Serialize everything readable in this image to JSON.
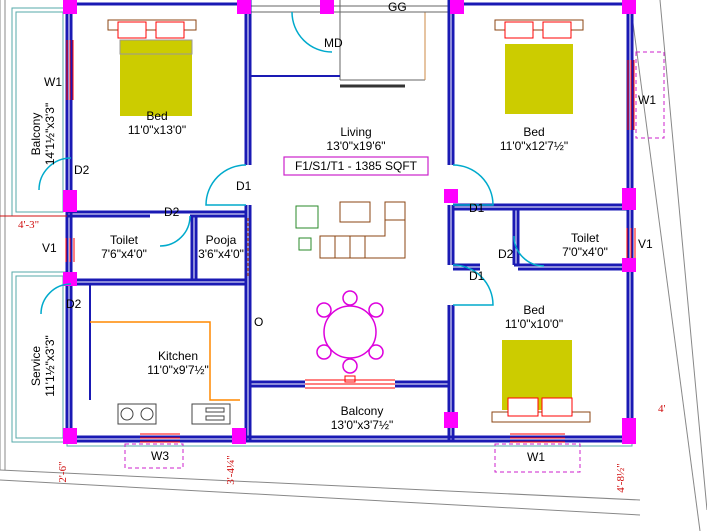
{
  "rooms": {
    "bed_nw": {
      "name": "Bed",
      "size": "11'0\"x13'0\""
    },
    "bed_ne": {
      "name": "Bed",
      "size": "11'0\"x12'7½\""
    },
    "bed_se": {
      "name": "Bed",
      "size": "11'0\"x10'0\""
    },
    "living": {
      "name": "Living",
      "size": "13'0\"x19'6\""
    },
    "toilet_w": {
      "name": "Toilet",
      "size": "7'6\"x4'0\""
    },
    "toilet_e": {
      "name": "Toilet",
      "size": "7'0\"x4'0\""
    },
    "pooja": {
      "name": "Pooja",
      "size": "3'6\"x4'0\""
    },
    "kitchen": {
      "name": "Kitchen",
      "size": "11'0\"x9'7½\""
    },
    "balcony_s": {
      "name": "Balcony",
      "size": "13'0\"x3'7½\""
    },
    "balcony_w": {
      "name": "Balcony",
      "size": "14'1½\"x3'3\""
    },
    "service": {
      "name": "Service",
      "size": "11'1½\"x3'3\""
    }
  },
  "plan_title": "F1/S1/T1 - 1385 SQFT",
  "labels": {
    "gg": "GG",
    "md": "MD",
    "o": "O",
    "w1_west": "W1",
    "w1_east": "W1",
    "w1_south": "W1",
    "v1_west": "V1",
    "v1_east": "V1",
    "w3": "W3",
    "d2_bed_nw": "D2",
    "d2_toilet_w": "D2",
    "d2_kitchen": "D2",
    "d2_toilet_e": "D2",
    "d1_bed_nw": "D1",
    "d1_bed_ne": "D1",
    "d1_bed_se": "D1"
  },
  "dimensions": {
    "d_4_3": "4'-3\"",
    "d_2_6": "2'-6\"",
    "d_3_4": "3'-4¼\"",
    "d_4_8": "4'-8½\"",
    "d_4": "4'"
  },
  "colors": {
    "wall": "#1a1ab4",
    "column": "#ff00ff",
    "bed": "#cccc00",
    "pillow": "#ff0000",
    "door": "#00aacc",
    "window": "#ff0000",
    "balcony": "#55aaaa"
  }
}
